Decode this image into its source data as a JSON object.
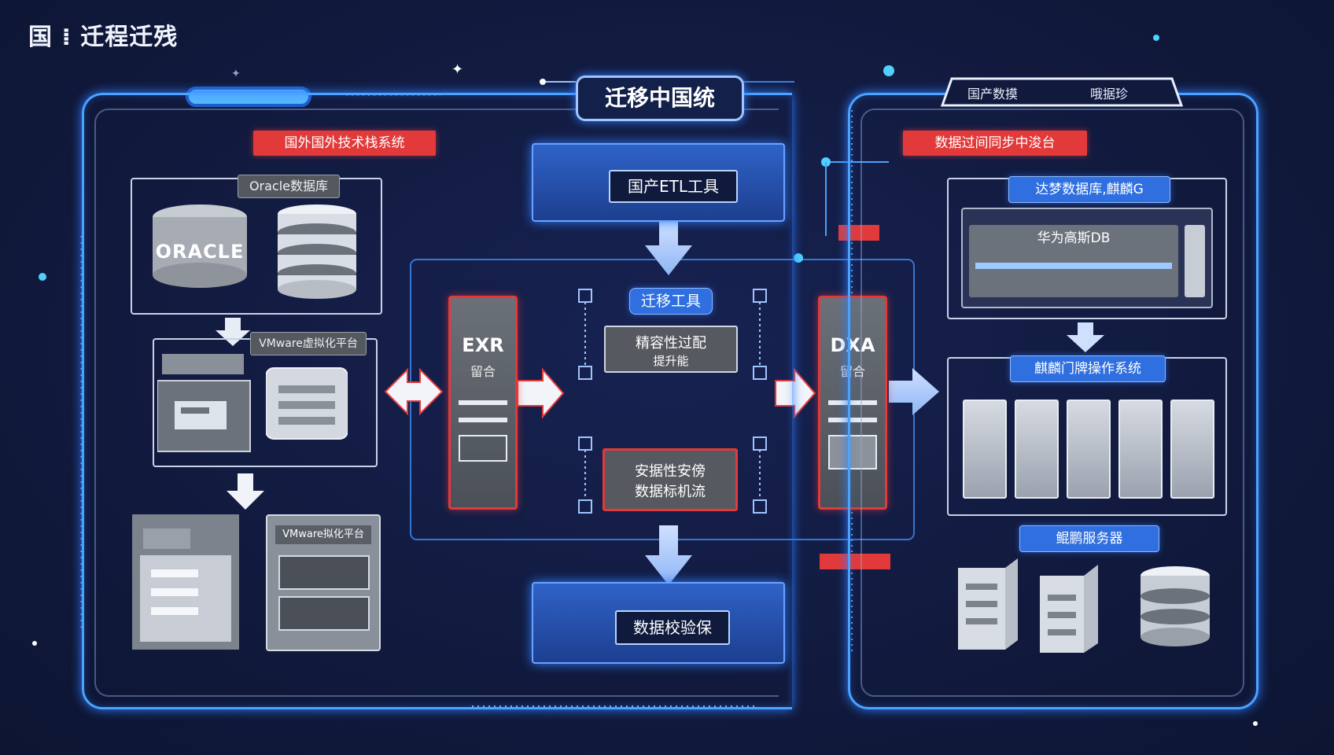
{
  "title": "国 ⁞ 迁程迁残",
  "center_title": "迁移中国统",
  "right_header": {
    "left": "国产数摸",
    "right": "哦据珍"
  },
  "left": {
    "red_label": "国外国外技术栈系统",
    "oracle_label": "Oracle数据库",
    "oracle_logo": "ORACLE",
    "vmware_label": "VMware虚拟化平台",
    "vmware_label2": "VMware拟化平台"
  },
  "center": {
    "etl_label": "国产ETL工具",
    "migrate_tool": "迁移工具",
    "compat_line1": "精容性过配",
    "compat_line2": "提升能",
    "data_line1": "安据性安傍",
    "data_line2": "数据标机流",
    "verify_label": "数据校验保",
    "col_left_title": "EXR",
    "col_left_sub": "留合",
    "col_right_title": "DXA",
    "col_right_sub": "留合"
  },
  "right": {
    "red_label": "数据过间同步中浚台",
    "dameng_label": "达梦数据库,麒麟G",
    "gauss_label": "华为高斯DB",
    "os_label": "麒麟门牌操作系统",
    "server_label": "鲲鹏服务器"
  },
  "colors": {
    "accent": "#4aa3ff",
    "red": "#e23a3a",
    "blue": "#2f6fe0",
    "bg": "#111a3d"
  }
}
